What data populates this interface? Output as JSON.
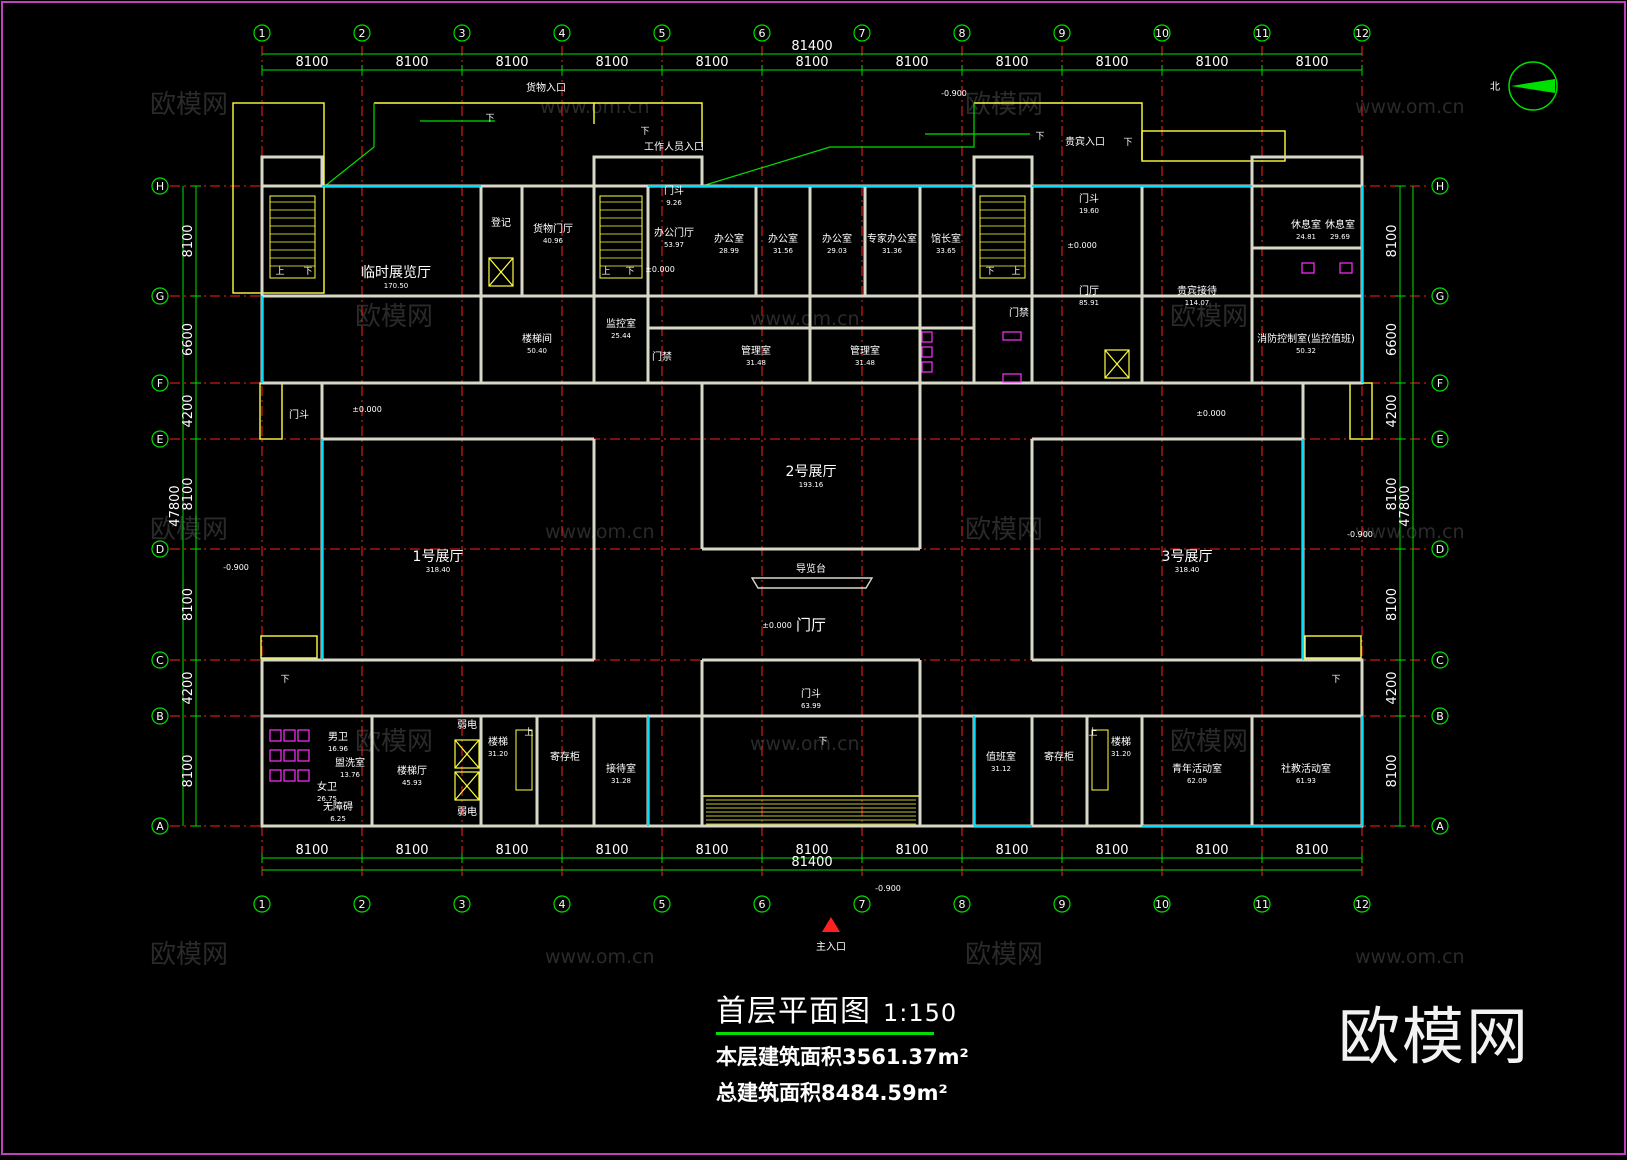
{
  "grid": {
    "columns": [
      "1",
      "2",
      "3",
      "4",
      "5",
      "6",
      "7",
      "8",
      "9",
      "10",
      "11",
      "12"
    ],
    "rows": [
      "H",
      "G",
      "F",
      "E",
      "D",
      "C",
      "B",
      "A"
    ],
    "col_spacing": [
      "8100",
      "8100",
      "8100",
      "8100",
      "8100",
      "8100",
      "8100",
      "8100",
      "8100",
      "8100",
      "8100"
    ],
    "row_spacing": [
      "8100",
      "6600",
      "4200",
      "8100",
      "8100",
      "4200",
      "8100"
    ],
    "total_width": "81400",
    "total_depth": "47800"
  },
  "rooms": [
    {
      "name": "临时展览厅",
      "area": "170.50"
    },
    {
      "name": "登记",
      "area": ""
    },
    {
      "name": "货物门厅",
      "area": "40.96"
    },
    {
      "name": "门斗",
      "area": "9.26"
    },
    {
      "name": "办公门厅",
      "area": "53.97"
    },
    {
      "name": "办公室",
      "area": "28.99"
    },
    {
      "name": "办公室",
      "area": "31.56"
    },
    {
      "name": "办公室",
      "area": "29.03"
    },
    {
      "name": "专家办公室",
      "area": "31.36"
    },
    {
      "name": "馆长室",
      "area": "33.65"
    },
    {
      "name": "门斗",
      "area": "19.60"
    },
    {
      "name": "门厅",
      "area": "85.91"
    },
    {
      "name": "贵宾接待",
      "area": "114.07"
    },
    {
      "name": "休息室",
      "area": "24.81"
    },
    {
      "name": "休息室",
      "area": "29.69"
    },
    {
      "name": "楼梯间",
      "area": "50.40"
    },
    {
      "name": "监控室",
      "area": "25.44"
    },
    {
      "name": "管理室",
      "area": "31.48"
    },
    {
      "name": "管理室",
      "area": "31.48"
    },
    {
      "name": "消防控制室(监控值班)",
      "area": "50.32"
    },
    {
      "name": "2号展厅",
      "area": "193.16"
    },
    {
      "name": "1号展厅",
      "area": "318.40"
    },
    {
      "name": "3号展厅",
      "area": "318.40"
    },
    {
      "name": "门厅",
      "area": ""
    },
    {
      "name": "门斗",
      "area": "63.99"
    },
    {
      "name": "男卫",
      "area": "16.96"
    },
    {
      "name": "盥洗室",
      "area": "13.76"
    },
    {
      "name": "女卫",
      "area": "26.75"
    },
    {
      "name": "无障碍",
      "area": "6.25"
    },
    {
      "name": "楼梯厅",
      "area": "45.93"
    },
    {
      "name": "楼梯",
      "area": "31.20"
    },
    {
      "name": "寄存柜",
      "area": ""
    },
    {
      "name": "接待室",
      "area": "31.28"
    },
    {
      "name": "值班室",
      "area": "31.12"
    },
    {
      "name": "寄存柜",
      "area": ""
    },
    {
      "name": "楼梯",
      "area": "31.20"
    },
    {
      "name": "青年活动室",
      "area": "62.09"
    },
    {
      "name": "社教活动室",
      "area": "61.93"
    }
  ],
  "labels": {
    "goods_entrance": "货物入口",
    "staff_entrance": "工作人员入口",
    "vip_entrance": "贵宾入口",
    "main_entrance": "主入口",
    "guide_desk": "导览台",
    "door_hood": "门斗",
    "door_banner": "门禁",
    "weak_current": "弱电",
    "up": "上",
    "down": "下"
  },
  "levels": {
    "ground": "±0.000",
    "outside": "-0.900"
  },
  "title": {
    "main": "首层平面图",
    "scale": "1:150",
    "floor_area_label": "本层建筑面积3561.37m²",
    "total_area_label": "总建筑面积8484.59m²"
  },
  "brand": {
    "name": "欧模网",
    "watermark_text": "欧模网",
    "watermark_url": "www.om.cn"
  },
  "north_label": "北",
  "colors": {
    "background": "#000000",
    "wall": "#d8d8c8",
    "grid_axis": "#ff2020",
    "dimension": "#00e000",
    "window": "#00e0ff",
    "stair": "#ffff40",
    "sanitary": "#ff30ff",
    "text": "#ffffff",
    "frame": "#c040c0"
  }
}
